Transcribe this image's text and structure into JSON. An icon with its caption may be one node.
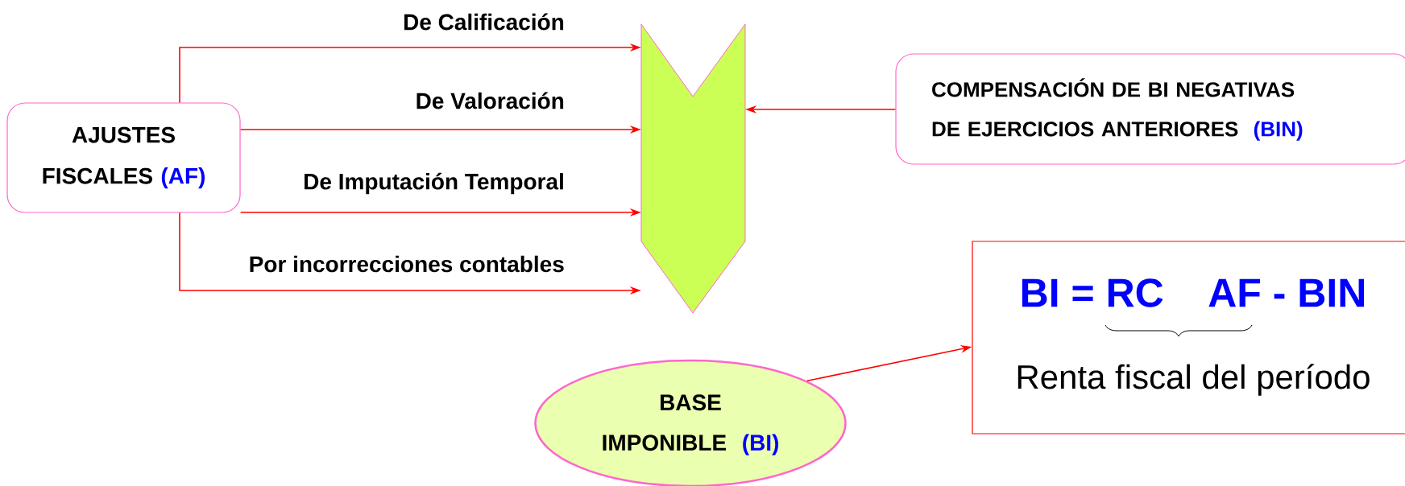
{
  "diagram": {
    "nodes": [
      {
        "text": [
          "AJUSTES FISCALES",
          "(AF)"
        ]
      },
      {
        "text": [],
        "shape": "chevron"
      },
      {
        "text": [
          "COMPENSACIÓN DE BI NEGATIVAS DE EJERCICIOS ANTERIORES",
          "(BIN)"
        ]
      },
      {
        "text": [
          "BASE IMPONIBLE",
          "(BI)"
        ]
      },
      {
        "text": [
          "BI = RC",
          "AF - BIN",
          "Renta fiscal del período"
        ]
      }
    ],
    "edges": [
      {
        "from": 0,
        "to": 1,
        "arrow": "to",
        "label": "De Calificación"
      },
      {
        "from": 0,
        "to": 1,
        "arrow": "to",
        "label": "De Valoración"
      },
      {
        "from": 0,
        "to": 1,
        "arrow": "to",
        "label": "De Imputación Temporal"
      },
      {
        "from": 0,
        "to": 1,
        "arrow": "to",
        "label": "Por incorrecciones contables"
      },
      {
        "from": 2,
        "to": 1,
        "arrow": "to"
      },
      {
        "from": 3,
        "to": 4,
        "arrow": "to"
      }
    ]
  }
}
